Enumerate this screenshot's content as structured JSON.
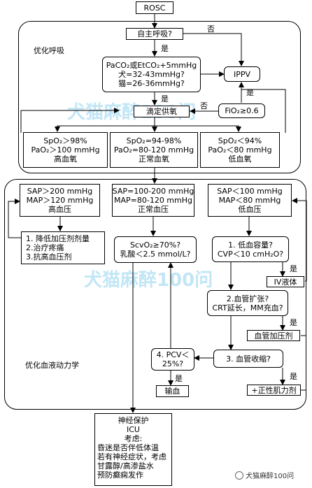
{
  "nodes": {
    "rosc": "ROSC",
    "spont_breath": "自主呼吸?",
    "paco2_line1": "PaCO₂或EtCO₂+5mmHg",
    "paco2_line2": "犬=32-43mmHg?",
    "paco2_line3": "猫=26-36mmHg?",
    "ippv": "IPPV",
    "titrate_o2": "滴定供氧",
    "fio2": "FiO₂≥0.6",
    "hyperoxia": [
      "SpO₂＞98%",
      "PaO₂＞100 mmHg",
      "高血氧"
    ],
    "normoxia": [
      "SpO₂=94-98%",
      "PaO₂=80-120 mmHg",
      "正常血氧"
    ],
    "hypoxia": [
      "SpO₂＜94%",
      "PaO₂＜80 mmHg",
      "低血氧"
    ],
    "hypertension": [
      "SAP＞200 mmHg",
      "MAP＞120 mmHg",
      "高血压"
    ],
    "normotension": [
      "SAP=100-200 mmHg",
      "MAP=80-120 mmHg",
      "正常血压"
    ],
    "hypotension": [
      "SAP＜100 mmHg",
      "MAP＜80 mmHg",
      "低血压"
    ],
    "hyper_actions": [
      "1. 降低加压剂剂量",
      "2.治疗疼痛",
      "3.抗高血压剂"
    ],
    "scvo2": [
      "ScvO₂≥70%?",
      "乳酸＜2.5 mmol/L?"
    ],
    "low_volume": [
      "1. 低血容量?",
      "CVP＜10 cmH₂O?"
    ],
    "iv_fluid": "IV液体",
    "vasodilation": [
      "2.血管扩张?",
      "CRT延长，MM充血?"
    ],
    "vasopressor": "血管加压剂",
    "vasoconstriction": "3. 血管收缩?",
    "inotrope": "+正性肌力剂",
    "pcv": [
      "4. PCV＜",
      "25%?"
    ],
    "transfusion": "输血",
    "final": [
      "神经保护",
      "ICU",
      "考虑:",
      "昏迷是否伴低体温",
      "若有神经症状，考虑",
      "甘露醇/高渗盐水",
      "预防癫痫发作"
    ]
  },
  "edge_labels": {
    "yes": "是",
    "no": "否"
  },
  "groups": {
    "respiration": "优化呼吸",
    "hemodynamics": "优化血液动力学"
  },
  "watermarks": [
    "犬猫麻醉100问",
    "犬猫麻醉100问"
  ],
  "footer": "犬猫麻醉100问"
}
